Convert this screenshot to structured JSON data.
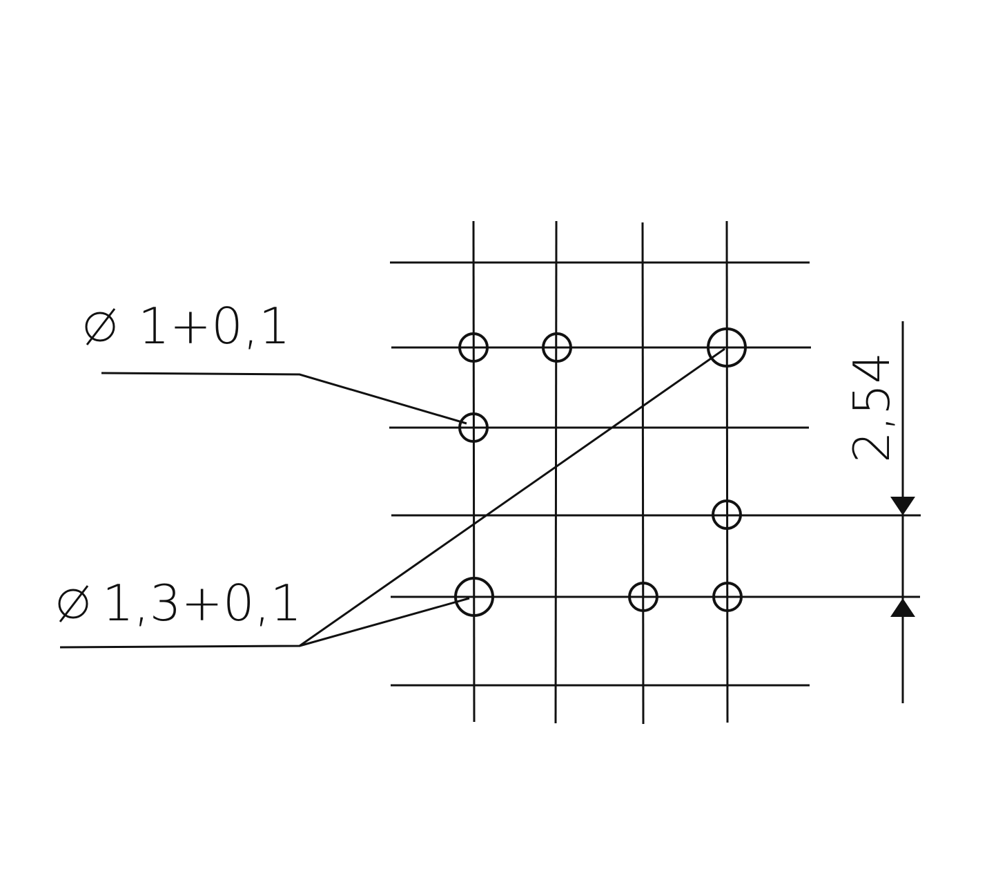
{
  "labels": {
    "small_hole_diameter": "1+0,1",
    "large_hole_diameter": "1,3+0,1",
    "grid_pitch": "2,54"
  },
  "symbols": {
    "diameter": "diameter-symbol"
  },
  "colors": {
    "line": "#111111",
    "background": "#ffffff"
  }
}
